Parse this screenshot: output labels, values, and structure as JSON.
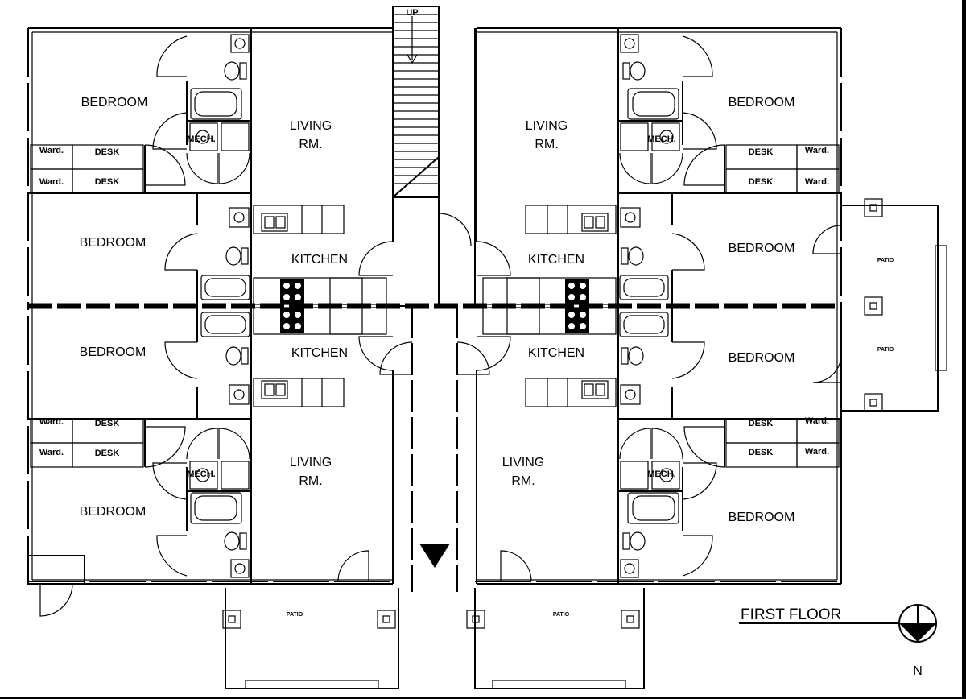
{
  "title": "FIRST FLOOR",
  "north": "N",
  "labels": {
    "bedroom": "BEDROOM",
    "living_1": "LIVING",
    "living_2": "RM.",
    "kitchen": "KITCHEN",
    "ward": "Ward.",
    "desk": "DESK",
    "mech": "MECH.",
    "up": "UP",
    "patio": "PATIO"
  }
}
